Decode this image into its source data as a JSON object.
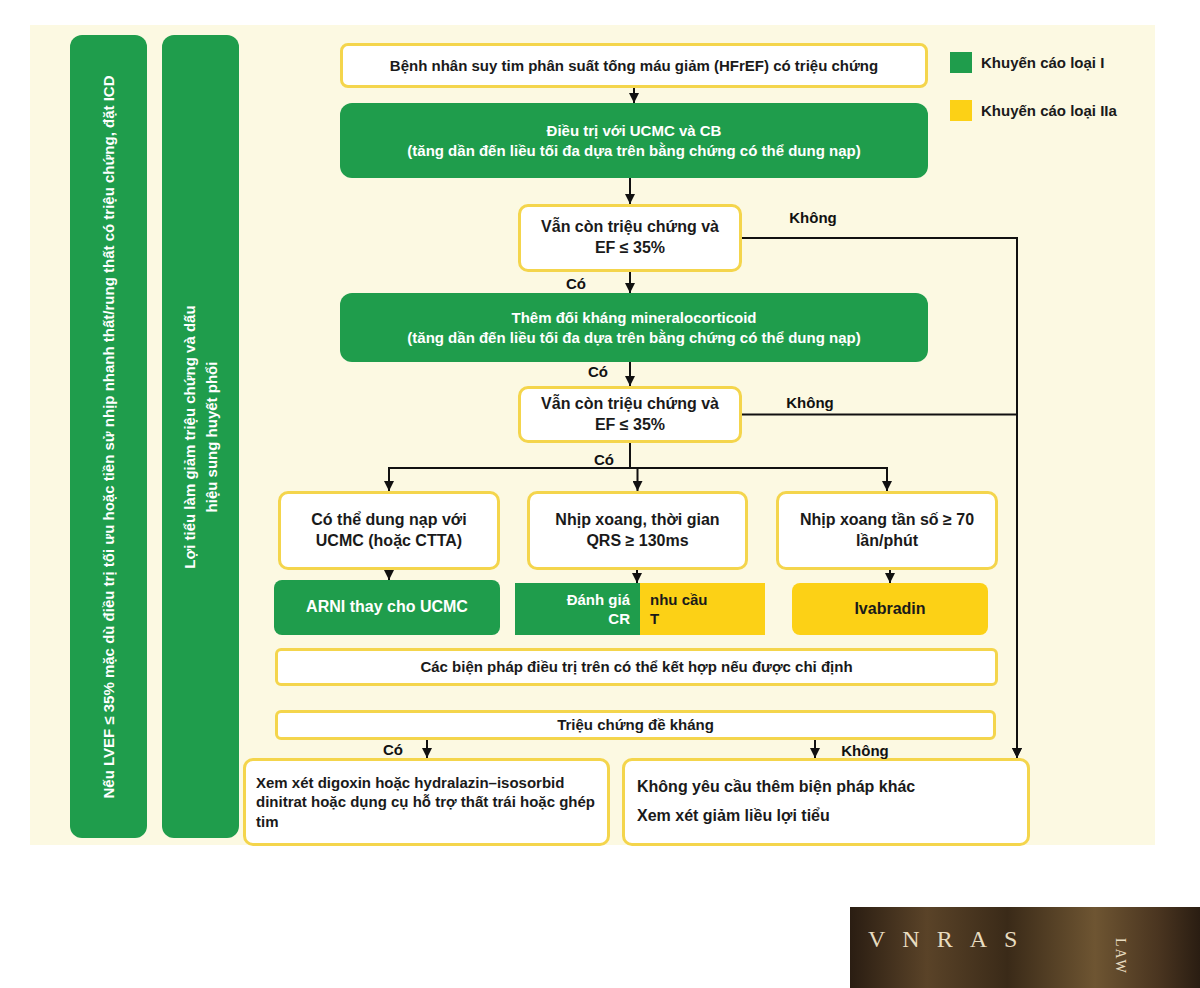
{
  "diagram": {
    "nodes": [
      {
        "text": [
          "Nếu LVEF ≤ 35% mặc dù điều trị tối ưu hoặc tiền sử nhịp nhanh thất/rung thất có triệu chứng, đặt ICD"
        ]
      },
      {
        "text": [
          "Lợi tiểu làm giảm triệu chứng và dấu hiệu sung huyết phổi"
        ]
      },
      {
        "text": [
          "Bệnh nhân suy tim phân suất tống máu giảm (HFrEF) có triệu chứng"
        ]
      },
      {
        "text": [
          "Điều trị với UCMC và CB",
          "(tăng dần đến liều tối đa dựa trên bằng chứng có thể dung nạp)"
        ]
      },
      {
        "text": [
          "Vẫn còn triệu chứng và EF ≤ 35%"
        ]
      },
      {
        "text": [
          "Thêm đối kháng mineralocorticoid",
          "(tăng dần đến liều tối đa dựa trên bằng chứng có thể dung nạp)"
        ]
      },
      {
        "text": [
          "Vẫn còn triệu chứng và EF ≤ 35%"
        ]
      },
      {
        "text": [
          "Có thể dung nạp với UCMC (hoặc CTTA)"
        ]
      },
      {
        "text": [
          "Nhịp xoang, thời gian QRS ≥ 130ms"
        ]
      },
      {
        "text": [
          "Nhịp xoang tần số ≥ 70 lần/phút"
        ]
      },
      {
        "text": [
          "ARNI thay cho UCMC"
        ]
      },
      {
        "text": [
          "Đánh giá CR"
        ]
      },
      {
        "text": [
          "nhu cầu T"
        ]
      },
      {
        "text": [
          "Ivabradin"
        ]
      },
      {
        "text": [
          "Các biện pháp điều trị trên có thể kết hợp nếu được chỉ định"
        ]
      },
      {
        "text": [
          "Triệu chứng đề kháng"
        ]
      },
      {
        "text": [
          "Xem xét digoxin hoặc hydralazin–isosorbid dinitrat hoặc dụng cụ hỗ trợ thất trái hoặc ghép tim"
        ]
      },
      {
        "text": [
          "Không yêu cầu thêm biện pháp khác",
          "Xem xét giảm liều lợi tiểu"
        ]
      }
    ],
    "edges": [
      {
        "from": 2,
        "to": 3,
        "arrow": "to"
      },
      {
        "from": 3,
        "to": 4,
        "arrow": "to"
      },
      {
        "from": 4,
        "to": 5,
        "label": "Có",
        "arrow": "to"
      },
      {
        "from": 4,
        "to": 17,
        "label": "Không",
        "arrow": "to"
      },
      {
        "from": 5,
        "to": 6,
        "label": "Có",
        "arrow": "to"
      },
      {
        "from": 6,
        "to": 17,
        "label": "Không",
        "arrow": "to"
      },
      {
        "from": 6,
        "to": 7,
        "arrow": "to"
      },
      {
        "from": 6,
        "to": 8,
        "label": "Có",
        "arrow": "to"
      },
      {
        "from": 6,
        "to": 9,
        "arrow": "to"
      },
      {
        "from": 7,
        "to": 10,
        "arrow": "to"
      },
      {
        "from": 8,
        "to": 11,
        "arrow": "to"
      },
      {
        "from": 9,
        "to": 13,
        "arrow": "to"
      },
      {
        "from": 15,
        "to": 16,
        "label": "Có",
        "arrow": "to"
      },
      {
        "from": 15,
        "to": 17,
        "label": "Không",
        "arrow": "to"
      }
    ],
    "labels": [
      "VNRAS",
      "LAW"
    ],
    "legend": [
      {
        "text": "Khuyến cáo loại I",
        "color": "#1f9d4c"
      },
      {
        "text": "Khuyến cáo loại IIa",
        "color": "#fcd116"
      }
    ]
  }
}
